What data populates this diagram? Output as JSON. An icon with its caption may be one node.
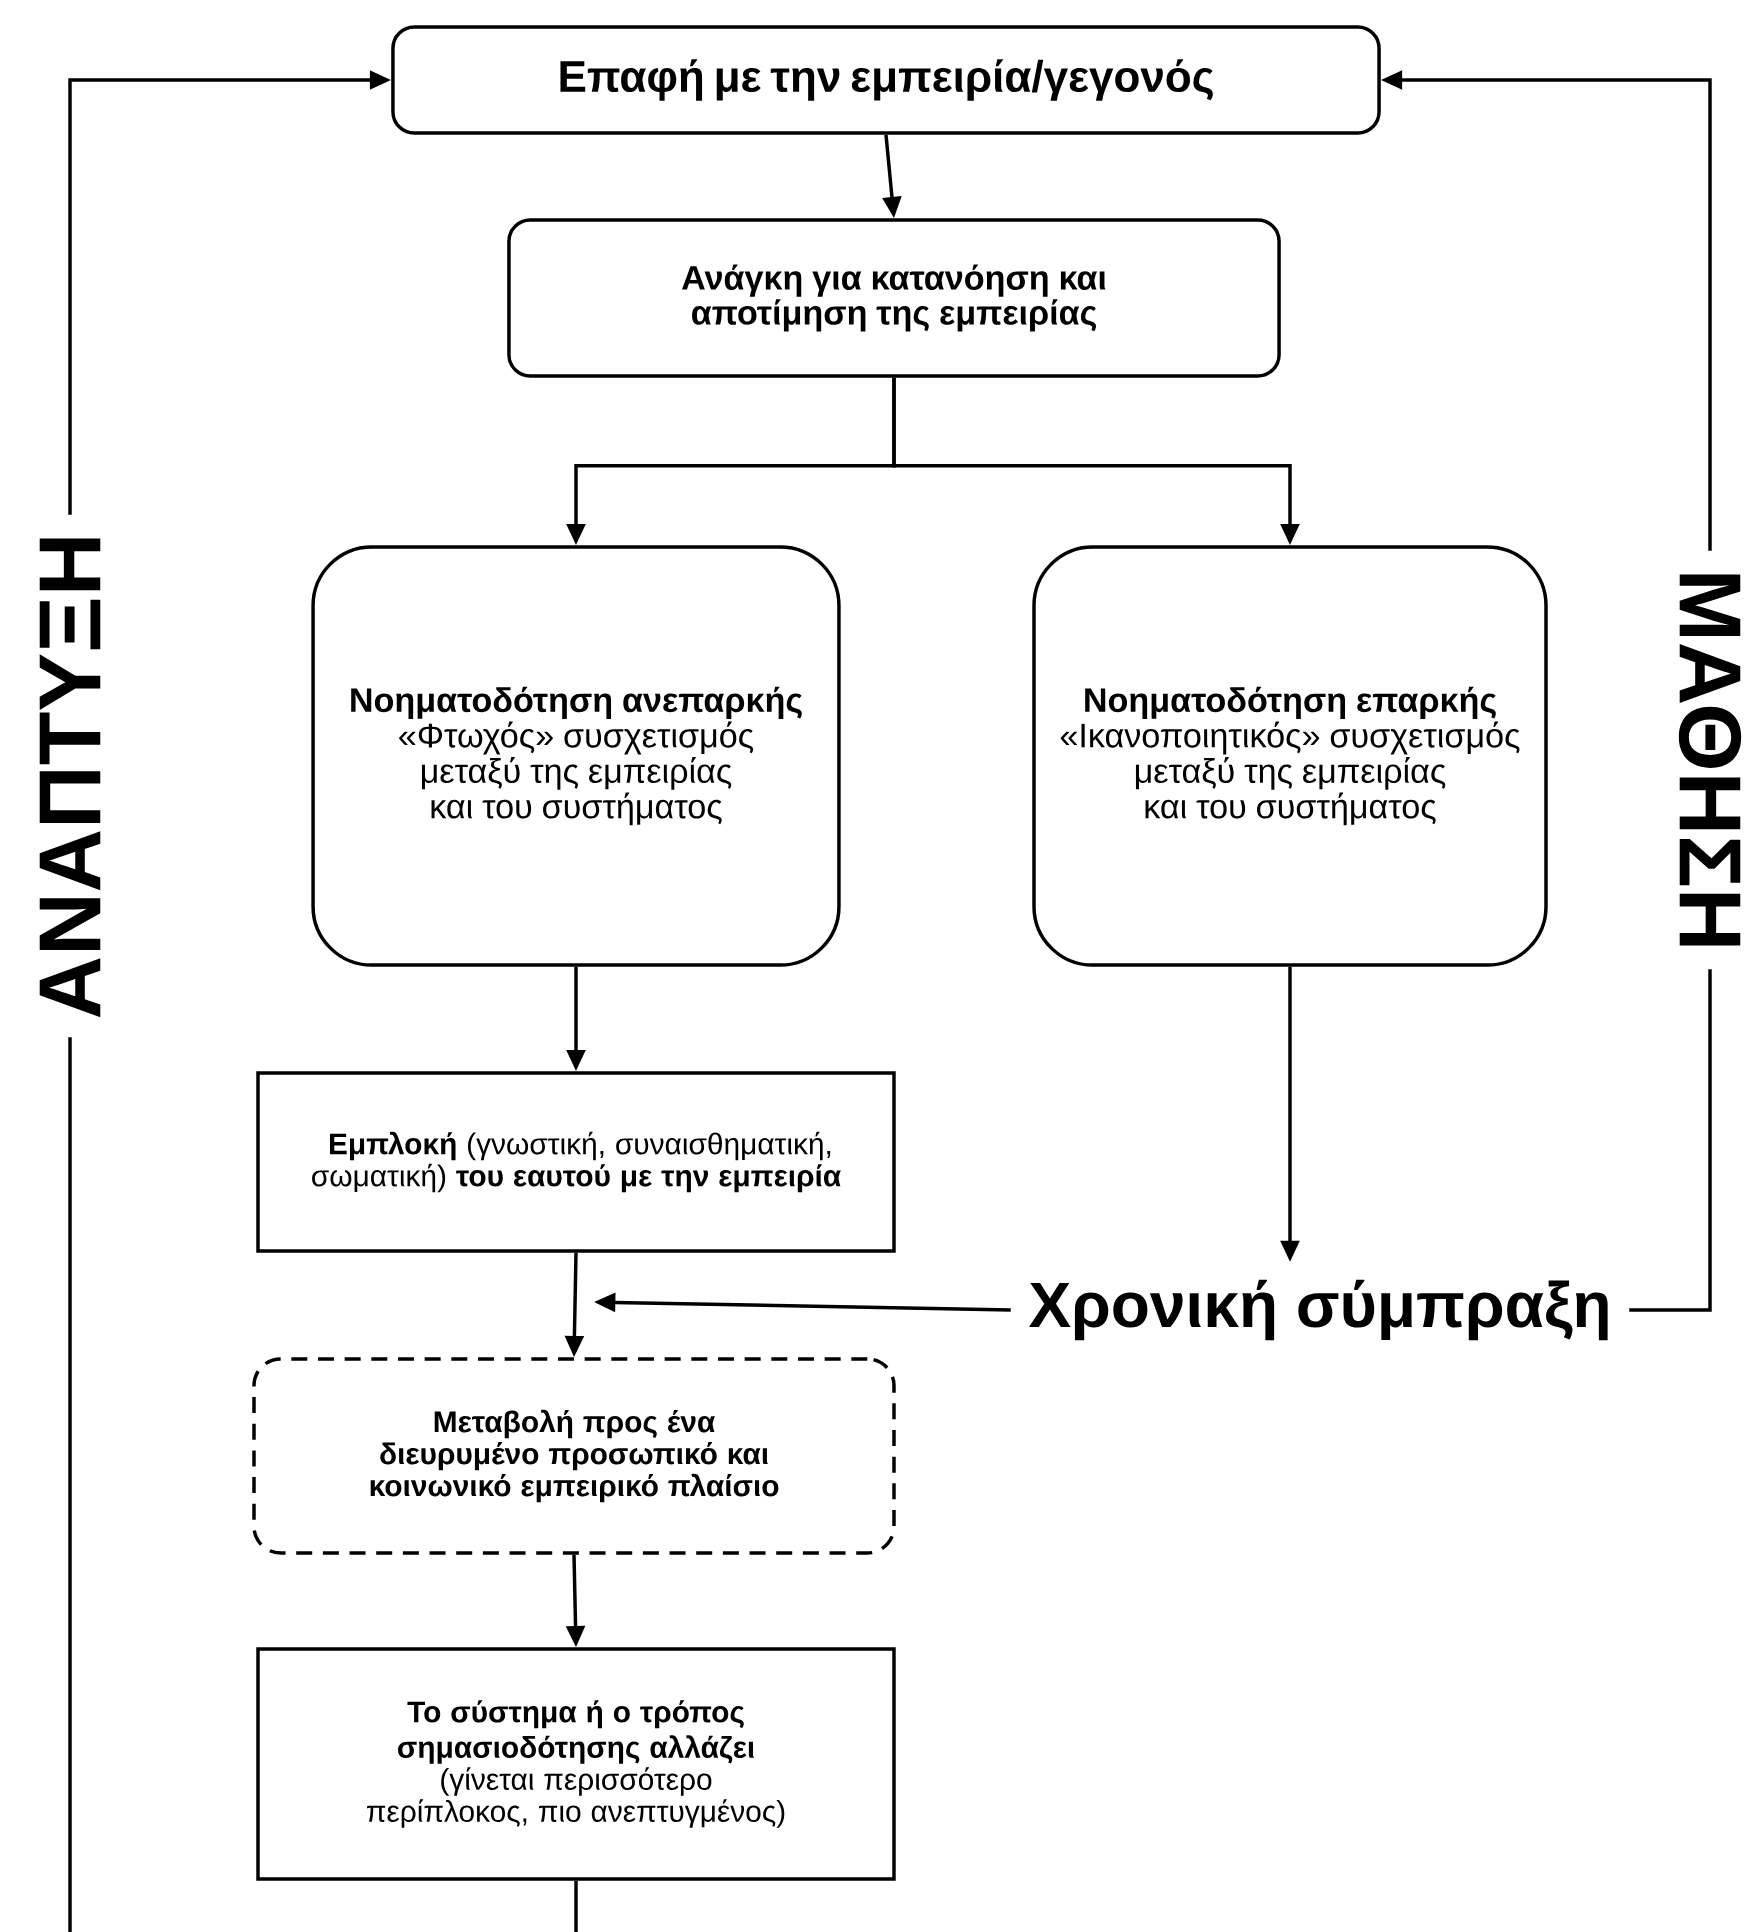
{
  "diagram": {
    "nodes": [
      {
        "text": [
          "Επαφή με την εμπειρία/γεγονός"
        ]
      },
      {
        "text": [
          "Ανάγκη για κατανόηση και αποτίμηση της εμπειρίας"
        ]
      },
      {
        "text": [
          "Νοηματοδότηση ανεπαρκής",
          "«Φτωχός» συσχετισμός μεταξύ της εμπειρίας και του συστήματος"
        ]
      },
      {
        "text": [
          "Νοηματοδότηση επαρκής",
          "«Ικανοποιητικός» συσχετισμός μεταξύ της εμπειρίας και του συστήματος"
        ]
      },
      {
        "text": [
          "**Εμπλοκή** (γνωστική, συναισθηματική, σωματική) **του εαυτού με την εμπειρία**"
        ]
      },
      {
        "text": [
          "Μεταβολή προς ένα διευρυμένο προσωπικό και κοινωνικό εμπειρικό πλαίσιο"
        ]
      },
      {
        "text": [
          "Το σύστημα ή ο τρόπος σημασιοδότησης αλλάζει",
          "(γίνεται περισσότερο περίπλοκος, πιο ανεπτυγμένος)"
        ]
      },
      {
        "text": [
          "Χρονική σύμπραξη"
        ]
      },
      {
        "text": [
          "ΑΝΑΠΤΥΞΗ"
        ]
      },
      {
        "text": [
          "ΜΑΘΗΣΗ"
        ]
      }
    ],
    "edges": [
      {
        "from": 0,
        "to": 1,
        "arrow": "to"
      },
      {
        "from": 1,
        "to": 2,
        "arrow": "to"
      },
      {
        "from": 1,
        "to": 3,
        "arrow": "to"
      },
      {
        "from": 2,
        "to": 4,
        "arrow": "to"
      },
      {
        "from": 3,
        "to": 7,
        "arrow": "to"
      },
      {
        "from": 4,
        "to": 5,
        "arrow": "to"
      },
      {
        "from": 7,
        "to": null,
        "arrow": "to"
      },
      {
        "from": 5,
        "to": 6,
        "arrow": "to"
      },
      {
        "from": 6,
        "to": null,
        "arrow": "none"
      },
      {
        "from": null,
        "to": 8,
        "arrow": "none"
      },
      {
        "from": 8,
        "to": 0,
        "arrow": "to"
      },
      {
        "from": 7,
        "to": 9,
        "arrow": "none"
      },
      {
        "from": 9,
        "to": 0,
        "arrow": "to"
      }
    ]
  }
}
